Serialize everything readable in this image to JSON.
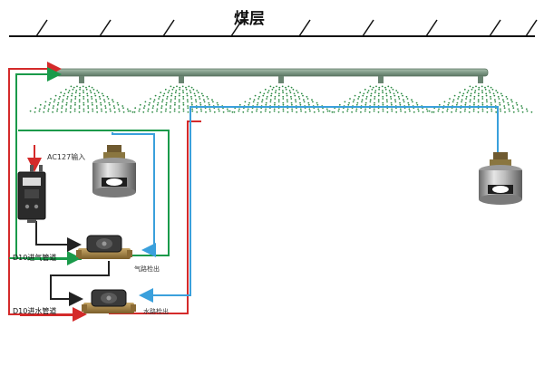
{
  "title": "煤层",
  "labels": {
    "power_input": "AC127输入",
    "gas_inlet_pipe": "D10进气管道",
    "water_inlet_pipe": "D10进水管道",
    "gas_sensor_label": "气路检出",
    "water_sensor_label": "水路检出"
  },
  "colors": {
    "power_line": "#d42a2a",
    "gas_line": "#1a9a4a",
    "water_line": "#3aa0dc",
    "control_line": "#222222",
    "spray": "#2e8b45",
    "pipe": "#7f9a86"
  },
  "icons": {
    "controller": "explosion-proof-controller-box",
    "valve": "solenoid-valve",
    "sensor": "flow-sensor",
    "nozzle": "spray-nozzle"
  }
}
